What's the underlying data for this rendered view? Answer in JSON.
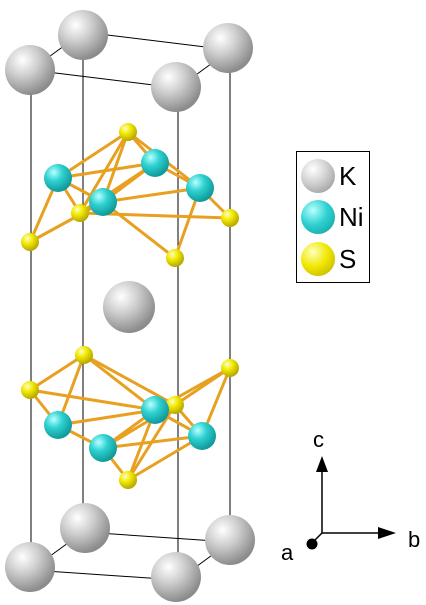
{
  "colors": {
    "K": "#c8c8c8",
    "Ni": "#2ed1d1",
    "S": "#f0e800",
    "bond": "#e8a020",
    "cell_line": "#000000"
  },
  "legend": {
    "items": [
      {
        "symbol": "K",
        "label": "K"
      },
      {
        "symbol": "Ni",
        "label": "Ni"
      },
      {
        "symbol": "S",
        "label": "S"
      }
    ]
  },
  "axes": {
    "c": "c",
    "b": "b",
    "a": "a"
  }
}
